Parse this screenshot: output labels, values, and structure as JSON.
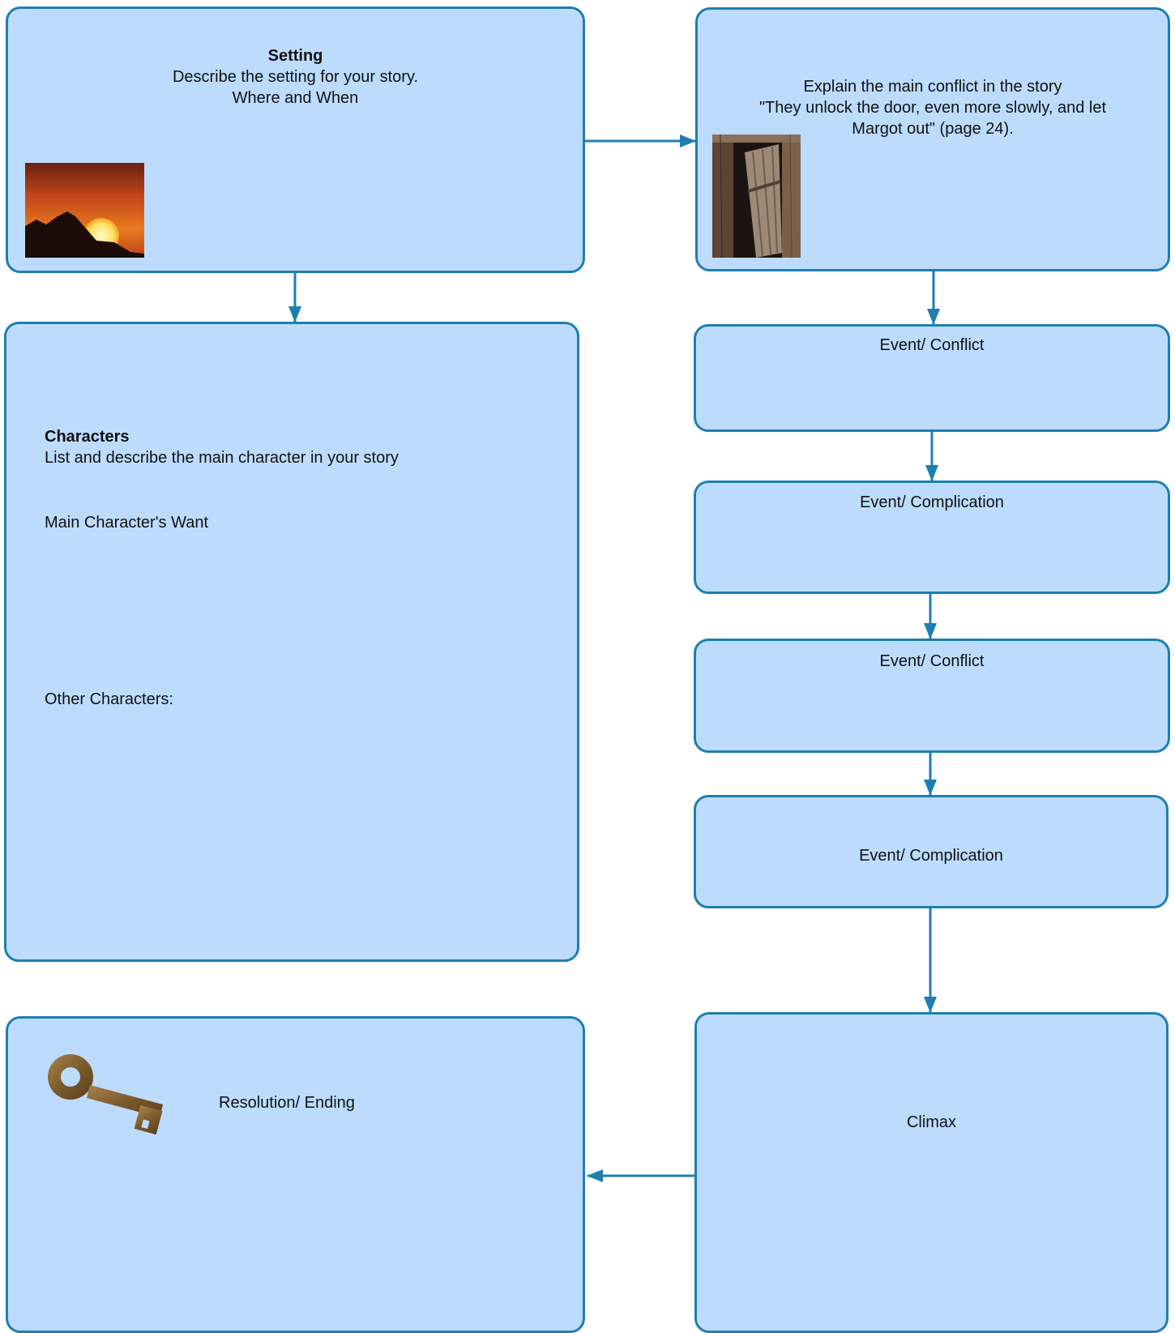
{
  "setting": {
    "title": "Setting",
    "line1": "Describe the setting for your story.",
    "line2": "Where and When",
    "image": "sunset-over-mountains"
  },
  "conflict": {
    "line1": "Explain the main conflict in the story",
    "line2": "\"They unlock the door, even more slowly, and let",
    "line3": "Margot out\" (page 24).",
    "image": "old-wooden-door"
  },
  "characters": {
    "title": "Characters",
    "subtitle": "List and describe the main character in your story",
    "want_label": "Main Character's Want",
    "others_label": "Other Characters:"
  },
  "events": [
    {
      "label": "Event/ Conflict"
    },
    {
      "label": "Event/ Complication"
    },
    {
      "label": "Event/ Conflict"
    },
    {
      "label": "Event/ Complication"
    }
  ],
  "climax": {
    "label": "Climax"
  },
  "resolution": {
    "label": "Resolution/ Ending",
    "image": "old-key"
  },
  "colors": {
    "box_fill": "#bddcfd",
    "box_border": "#1d7fb0",
    "arrow": "#1d7fb0"
  }
}
